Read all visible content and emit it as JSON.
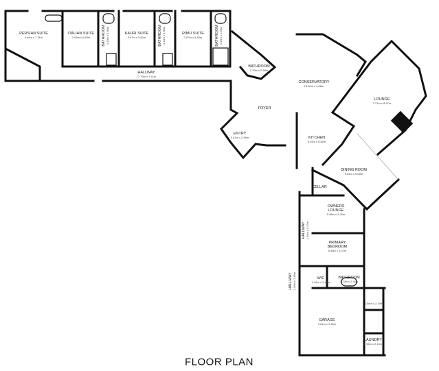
{
  "title": "FLOOR PLAN",
  "rooms": [
    {
      "name": "PERSIAN SUITE",
      "dims": "5.46m x 7.31m"
    },
    {
      "name": "ITALIAN SUITE",
      "dims": "3.63m x 5.80m"
    },
    {
      "name": "BATHROOM",
      "dims": "3.16m x 5.80m"
    },
    {
      "name": "KAURI SUITE",
      "dims": "3.67m x 5.80m"
    },
    {
      "name": "BATHROOM",
      "dims": "3.13m x 5.80m"
    },
    {
      "name": "RIMU SUITE",
      "dims": "3.67m x 5.80m"
    },
    {
      "name": "BATHROOM",
      "dims": "3.09m x 3.40m"
    },
    {
      "name": "HALLWAY",
      "dims": "17.79m x 1.41m"
    },
    {
      "name": "BATHROOM",
      "dims": "2.29m x 2.68m"
    },
    {
      "name": "CONSERVATORY",
      "dims": "13.80m x 9.66m"
    },
    {
      "name": "FOYER",
      "dims": ""
    },
    {
      "name": "LOUNGE",
      "dims": "7.27m x 8.47m"
    },
    {
      "name": "ENTRY",
      "dims": "3.51m x 2.59m"
    },
    {
      "name": "KITCHEN",
      "dims": "5.39m x 6.82m"
    },
    {
      "name": "DINING ROOM",
      "dims": "5.46m x 5.08m"
    },
    {
      "name": "CELLAR",
      "dims": ""
    },
    {
      "name": "OWNERS LOUNGE",
      "dims": "5.98m x 4.25m"
    },
    {
      "name": "HALLWAY",
      "dims": "1.49m x 5.57m"
    },
    {
      "name": "PRIMARY BEDROOM",
      "dims": "5.48m x 3.47m"
    },
    {
      "name": "WIC",
      "dims": "1.46m x 2.16m"
    },
    {
      "name": "BATHROOM",
      "dims": "3.79m x 2.45m"
    },
    {
      "name": "HALLWAY",
      "dims": "1.58m x 1.89m"
    },
    {
      "name": "GARAGE",
      "dims": "9.64m x 9.55m"
    },
    {
      "name": "",
      "dims": "1.86m x 2.19m"
    },
    {
      "name": "LAUNDRY",
      "dims": "1.96m x 2.19m"
    }
  ]
}
